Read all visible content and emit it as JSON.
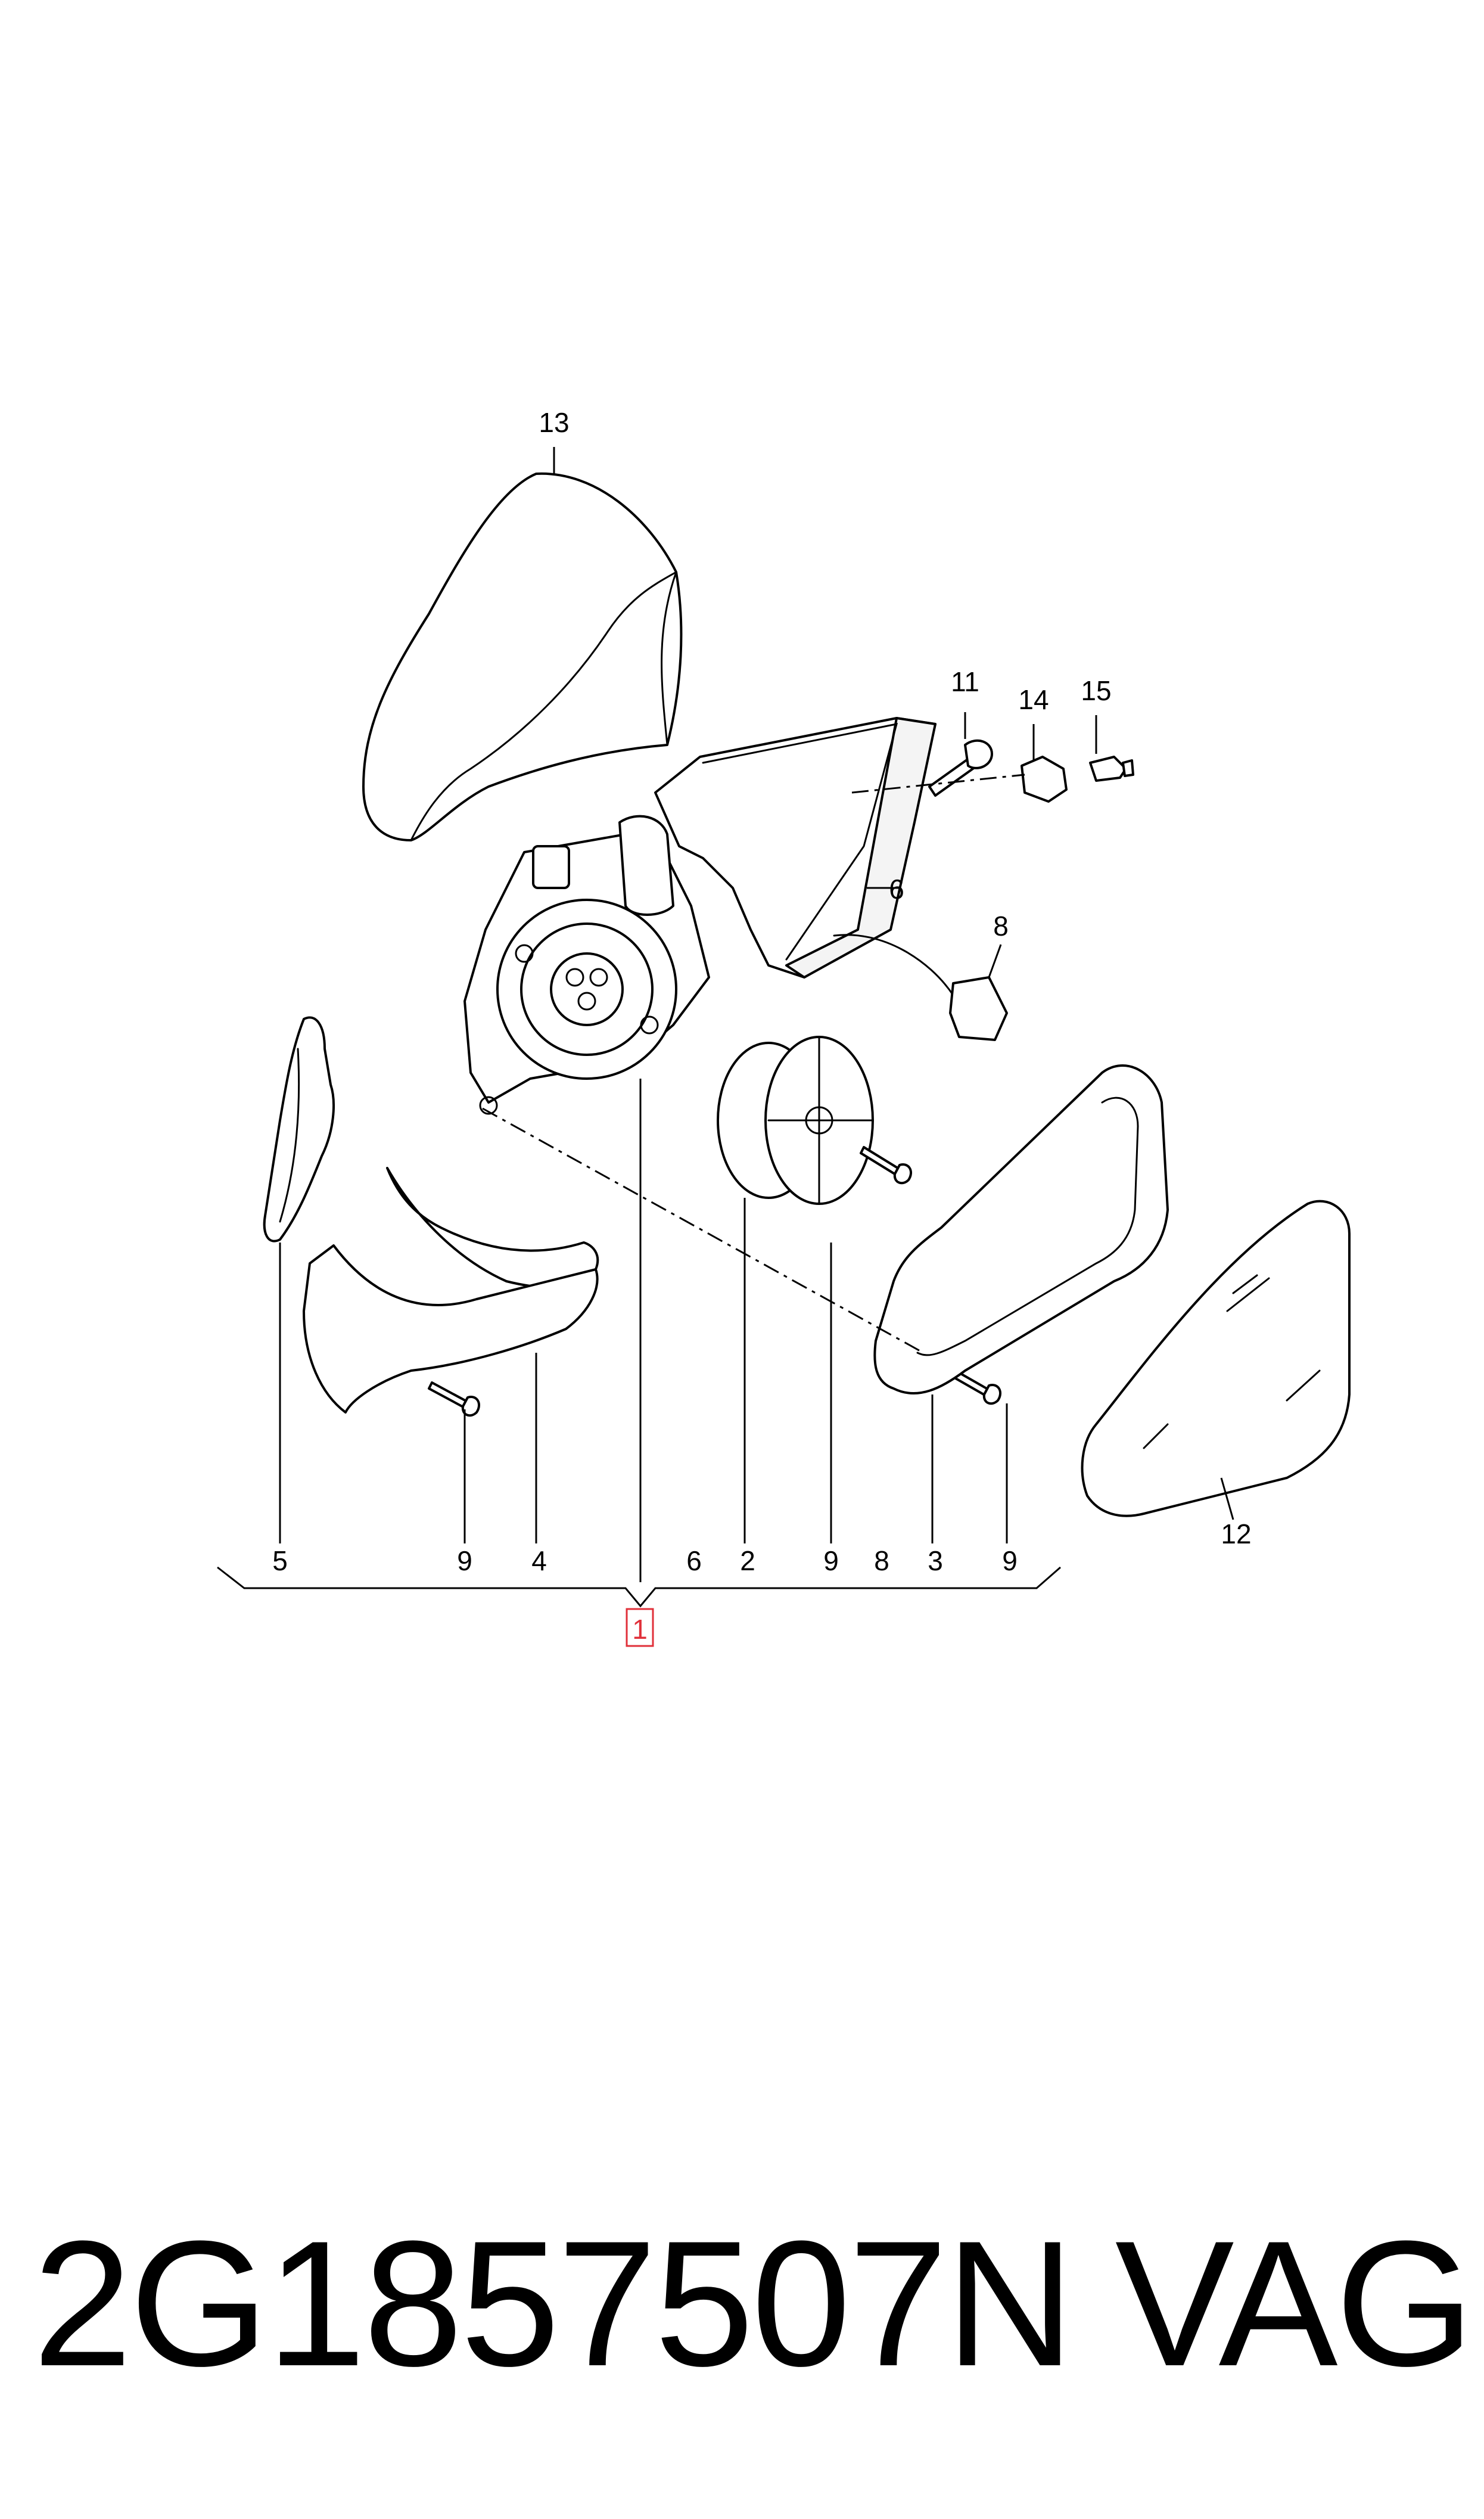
{
  "labels": {
    "l13": "13",
    "l11": "11",
    "l14": "14",
    "l15": "15",
    "l6a": "6",
    "l8a": "8",
    "l12": "12",
    "b5": "5",
    "b9a": "9",
    "b4": "4",
    "b6": "6",
    "b2": "2",
    "b9b": "9",
    "b8": "8",
    "b3": "3",
    "b9c": "9",
    "assembly": "1"
  },
  "footer": {
    "part_number": "2G1857507N",
    "brand": "VAG"
  },
  "colors": {
    "line": "#000000",
    "highlight_box": "#e0303a",
    "background": "#ffffff"
  }
}
